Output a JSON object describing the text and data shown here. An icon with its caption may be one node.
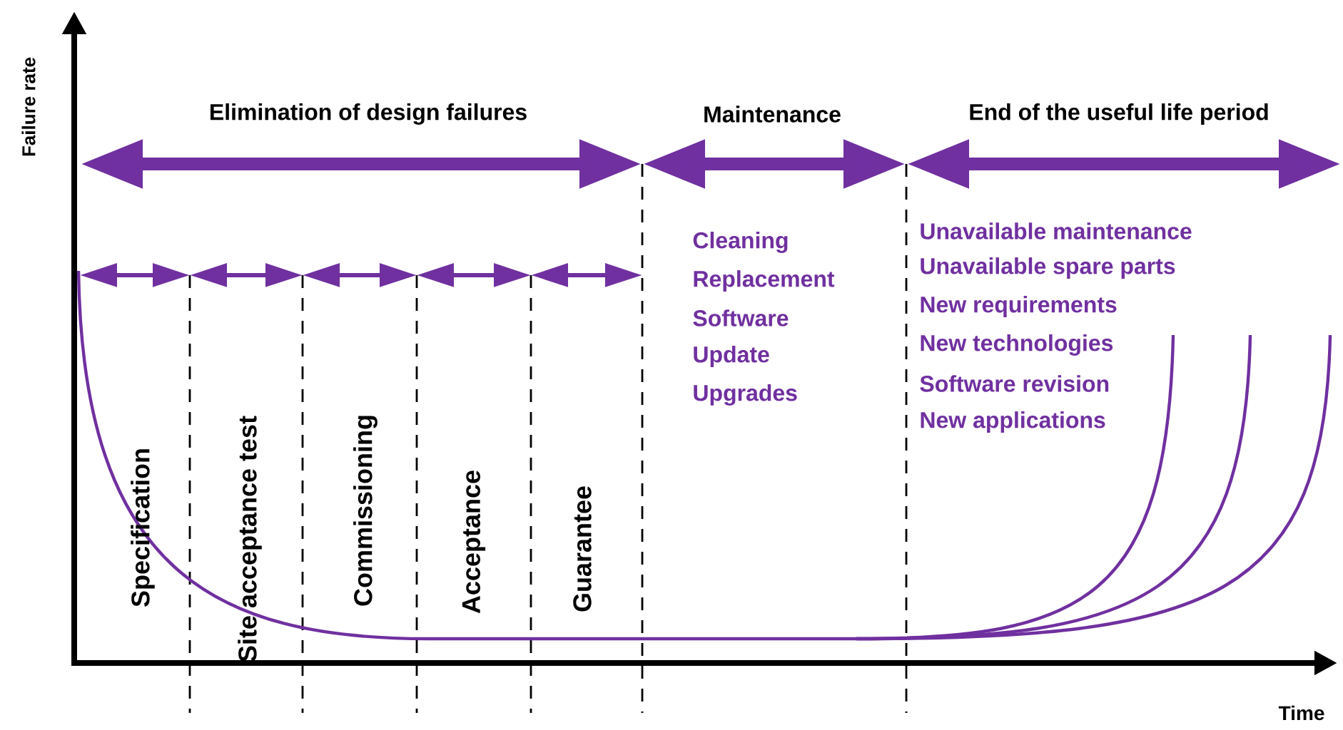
{
  "diagram": {
    "labels": [
      "Failure rate",
      "Time",
      "Elimination of design failures",
      "Maintenance",
      "End of the useful life period",
      "Specification",
      "Site acceptance test",
      "Commissioning",
      "Acceptance",
      "Guarantee",
      "Cleaning",
      "Replacement",
      "Software",
      "Update",
      "Upgrades",
      "Unavailable maintenance",
      "Unavailable spare parts",
      "New requirements",
      "New technologies",
      "Software revision",
      "New applications"
    ]
  }
}
